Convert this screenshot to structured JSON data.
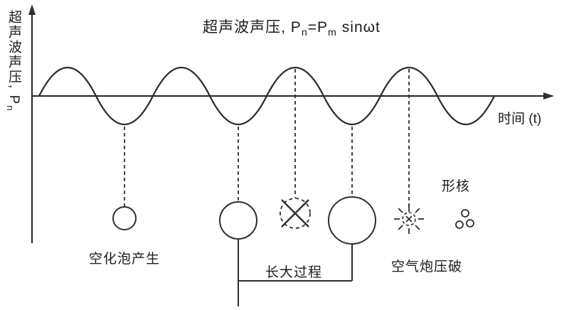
{
  "colors": {
    "stroke": "#2e2e2e",
    "text": "#1c1c1c",
    "background": "#ffffff"
  },
  "title": {
    "part1": "超声波声压, P",
    "sub1": "n",
    "part2": "=P",
    "sub2": "m",
    "part3": " sinωt"
  },
  "y_axis": {
    "label_main": "超声波声压, P",
    "label_sub": "n"
  },
  "x_axis": {
    "label": "时间 (t)"
  },
  "annotations": {
    "bubble_generation": "空化泡产生",
    "growth_process": "长大过程",
    "bubble_collapse": "空气炮压破",
    "nucleation": "形核"
  }
}
